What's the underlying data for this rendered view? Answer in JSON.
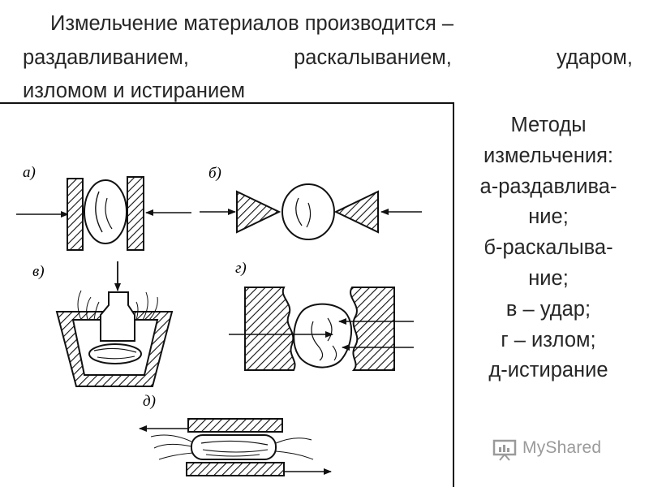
{
  "title": {
    "line1": "Измельчение материалов производится –",
    "line2_words": [
      "раздавливанием,",
      "раскалыванием,",
      "ударом,"
    ],
    "line3": "изломом и истиранием"
  },
  "methods": {
    "lines": [
      "Методы",
      "измельчения:",
      "а-раздавлива-",
      "ние;",
      "б-раскалыва-",
      "ние;",
      "в – удар;",
      "г – излом;",
      "д-истирание"
    ]
  },
  "figure": {
    "labels": {
      "a": "а)",
      "b": "б)",
      "v": "в)",
      "g": "г)",
      "d": "д)"
    }
  },
  "watermark": {
    "text": "MyShared"
  }
}
